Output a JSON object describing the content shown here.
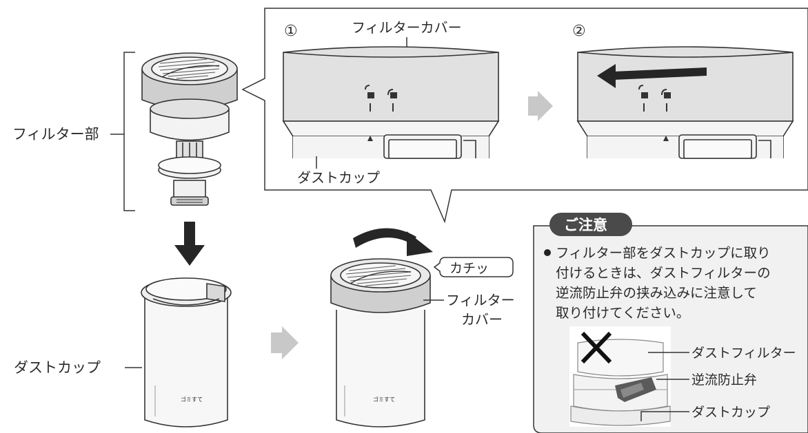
{
  "left": {
    "filter_unit_label": "フィルター部",
    "dust_cup_label": "ダストカップ",
    "cup_mark": "ゴミすて"
  },
  "inset": {
    "step1_marker": "①",
    "step2_marker": "②",
    "filter_cover_label": "フィルターカバー",
    "dust_cup_label": "ダストカップ"
  },
  "middle": {
    "click_sound": "カチッ",
    "filter_cover_label_line1": "フィルター",
    "filter_cover_label_line2": "カバー",
    "cup_mark": "ゴミすて"
  },
  "caution": {
    "title": "ご注意",
    "line1": "フィルター部をダストカップに取り",
    "line2": "付けるときは、ダストフィルターの",
    "line3": "逆流防止弁の挟み込みに注意して",
    "line4": "取り付けてください。",
    "label_dust_filter": "ダストフィルター",
    "label_check_valve": "逆流防止弁",
    "label_dust_cup": "ダストカップ"
  },
  "colors": {
    "gray_light": "#e6e6e6",
    "gray_mid": "#c8c8c8",
    "gray_dark": "#5a5a5a",
    "caution_badge": "#4a4a4a",
    "caution_box": "#f1f1f1"
  }
}
